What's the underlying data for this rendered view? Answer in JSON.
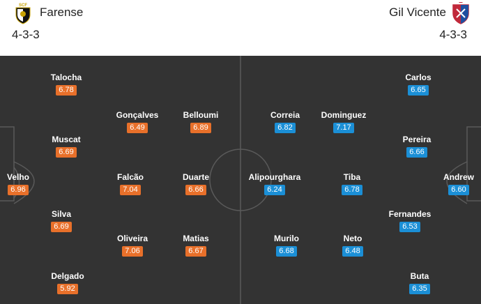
{
  "home": {
    "name": "Farense",
    "formation": "4-3-3",
    "color": "#e8702a",
    "players": [
      {
        "name": "Talocha",
        "rating": "6.78"
      },
      {
        "name": "Gonçalves",
        "rating": "6.49"
      },
      {
        "name": "Belloumi",
        "rating": "6.89"
      },
      {
        "name": "Muscat",
        "rating": "6.69"
      },
      {
        "name": "Velho",
        "rating": "6.96"
      },
      {
        "name": "Falcão",
        "rating": "7.04"
      },
      {
        "name": "Duarte",
        "rating": "6.66"
      },
      {
        "name": "Silva",
        "rating": "6.69"
      },
      {
        "name": "Oliveira",
        "rating": "7.06"
      },
      {
        "name": "Matias",
        "rating": "6.67"
      },
      {
        "name": "Delgado",
        "rating": "5.92"
      }
    ]
  },
  "away": {
    "name": "Gil Vicente",
    "formation": "4-3-3",
    "color": "#1b8fd6",
    "players": [
      {
        "name": "Carlos",
        "rating": "6.65"
      },
      {
        "name": "Correia",
        "rating": "6.82"
      },
      {
        "name": "Dominguez",
        "rating": "7.17"
      },
      {
        "name": "Pereira",
        "rating": "6.66"
      },
      {
        "name": "Alipourghara",
        "rating": "6.24"
      },
      {
        "name": "Tiba",
        "rating": "6.78"
      },
      {
        "name": "Andrew",
        "rating": "6.60"
      },
      {
        "name": "Fernandes",
        "rating": "6.53"
      },
      {
        "name": "Murilo",
        "rating": "6.68"
      },
      {
        "name": "Neto",
        "rating": "6.48"
      },
      {
        "name": "Buta",
        "rating": "6.35"
      }
    ]
  },
  "icons": {
    "home_crest": "farense-crest-icon",
    "away_crest": "gil-vicente-crest-icon"
  }
}
